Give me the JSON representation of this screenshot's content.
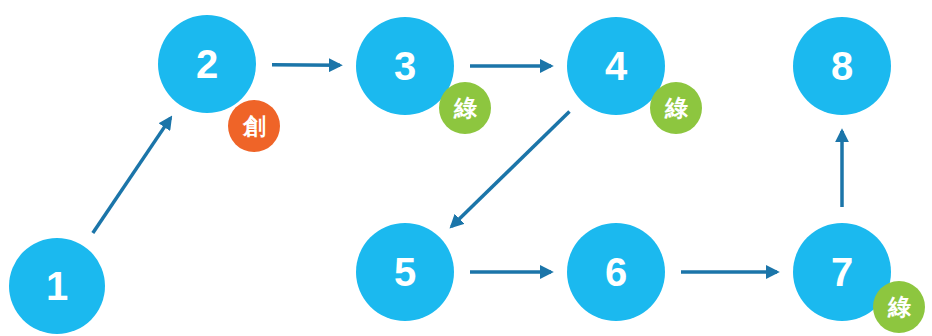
{
  "diagram": {
    "nodes": [
      {
        "text": [
          "1"
        ]
      },
      {
        "text": [
          "2"
        ]
      },
      {
        "text": [
          "創"
        ],
        "in": 1
      },
      {
        "text": [
          "3"
        ]
      },
      {
        "text": [
          "綠"
        ],
        "in": 3
      },
      {
        "text": [
          "4"
        ]
      },
      {
        "text": [
          "綠"
        ],
        "in": 5
      },
      {
        "text": [
          "5"
        ]
      },
      {
        "text": [
          "6"
        ]
      },
      {
        "text": [
          "7"
        ]
      },
      {
        "text": [
          "綠"
        ],
        "in": 9
      },
      {
        "text": [
          "8"
        ]
      }
    ],
    "edges": [
      {
        "from": 0,
        "to": 1,
        "arrow": "to"
      },
      {
        "from": 1,
        "to": 3,
        "arrow": "to"
      },
      {
        "from": 3,
        "to": 5,
        "arrow": "to"
      },
      {
        "from": 5,
        "to": 7,
        "arrow": "to"
      },
      {
        "from": 7,
        "to": 8,
        "arrow": "to"
      },
      {
        "from": 8,
        "to": 9,
        "arrow": "to"
      },
      {
        "from": 9,
        "to": 11,
        "arrow": "to"
      }
    ]
  }
}
